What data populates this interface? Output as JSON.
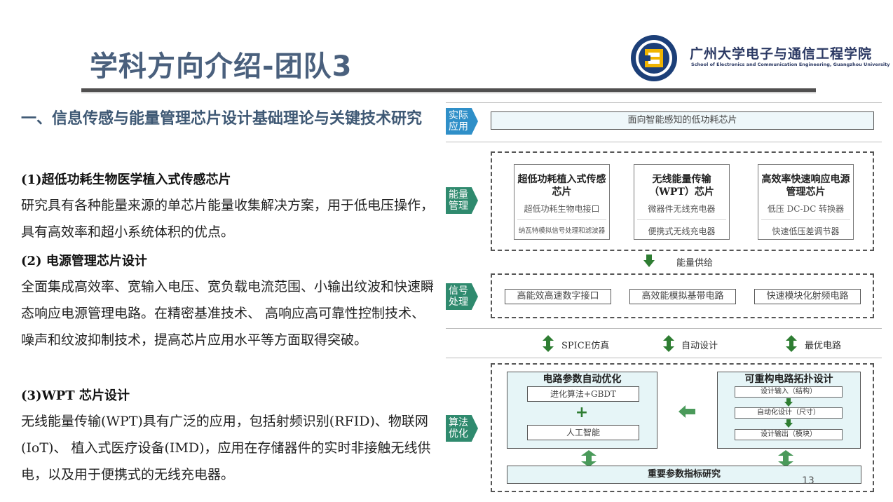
{
  "header": {
    "title": "学科方向介绍-团队3",
    "school_cn": "广州大学电子与通信工程学院",
    "school_en": "School of Electronics and Communication Engineering, Guangzhou University",
    "logo_icon": "university-seal-icon"
  },
  "section": {
    "title": "一、信息传感与能量管理芯片设计基础理论与关键技术研究",
    "sub1": "(1)超低功耗生物医学植入式传感芯片",
    "para1": "研究具有各种能量来源的单芯片能量收集解决方案，用于低电压操作，具有高效率和超小系统体积的优点。",
    "sub2": "(2) 电源管理芯片设计",
    "para2": "全面集成高效率、宽输入电压、宽负载电流范围、小输出纹波和快速瞬态响应电源管理电路。在精密基准技术、 高响应高可靠性控制技术、噪声和纹波抑制技术，提高芯片应用水平等方面取得突破。",
    "sub3": "(3)WPT 芯片设计",
    "para3": "无线能量传输(WPT)具有广泛的应用，包括射频识别(RFID)、物联网(IoT)、 植入式医疗设备(IMD)，应用在存储器件的实时非接触无线供电，以及用于便携式的无线充电器。"
  },
  "diagram": {
    "tag_app": "实际应用",
    "tag_energy": "能量管理",
    "tag_signal": "信号处理",
    "tag_algo": "算法优化",
    "app_box": "面向智能感知的低功耗芯片",
    "chips": [
      {
        "title": "超低功耗植入式传感芯片",
        "item1": "超低功耗生物电接口",
        "item2": "纳瓦特模拟信号处理和滤波器"
      },
      {
        "title": "无线能量传输（WPT）芯片",
        "item1": "微器件无线充电器",
        "item2": "便携式无线充电器"
      },
      {
        "title": "高效率快速响应电源管理芯片",
        "item1": "低压 DC-DC 转换器",
        "item2": "快速低压差调节器"
      }
    ],
    "energy_supply": "能量供给",
    "signal_boxes": [
      "高能效高速数字接口",
      "高效能模拟基带电路",
      "快速模块化射频电路"
    ],
    "flow_labels": [
      "SPICE仿真",
      "自动设计",
      "最优电路"
    ],
    "opt_title": "电路参数自动优化",
    "opt_box1": "进化算法+GBDT",
    "opt_plus": "+",
    "opt_box2": "人工智能",
    "reconf_title": "可重构电路拓扑设计",
    "reconf_steps": [
      "设计输入（结构）",
      "自动化设计（尺寸）",
      "设计输出（模块）"
    ],
    "bottom_box": "重要参数指标研究"
  },
  "page_number": "13",
  "colors": {
    "title": "#4a607d",
    "tag_green": "#2f8a6e",
    "tag_blue": "#2f8fc8",
    "arrow_green": "#2e7d32",
    "light_blue": "#e6f5f7"
  }
}
